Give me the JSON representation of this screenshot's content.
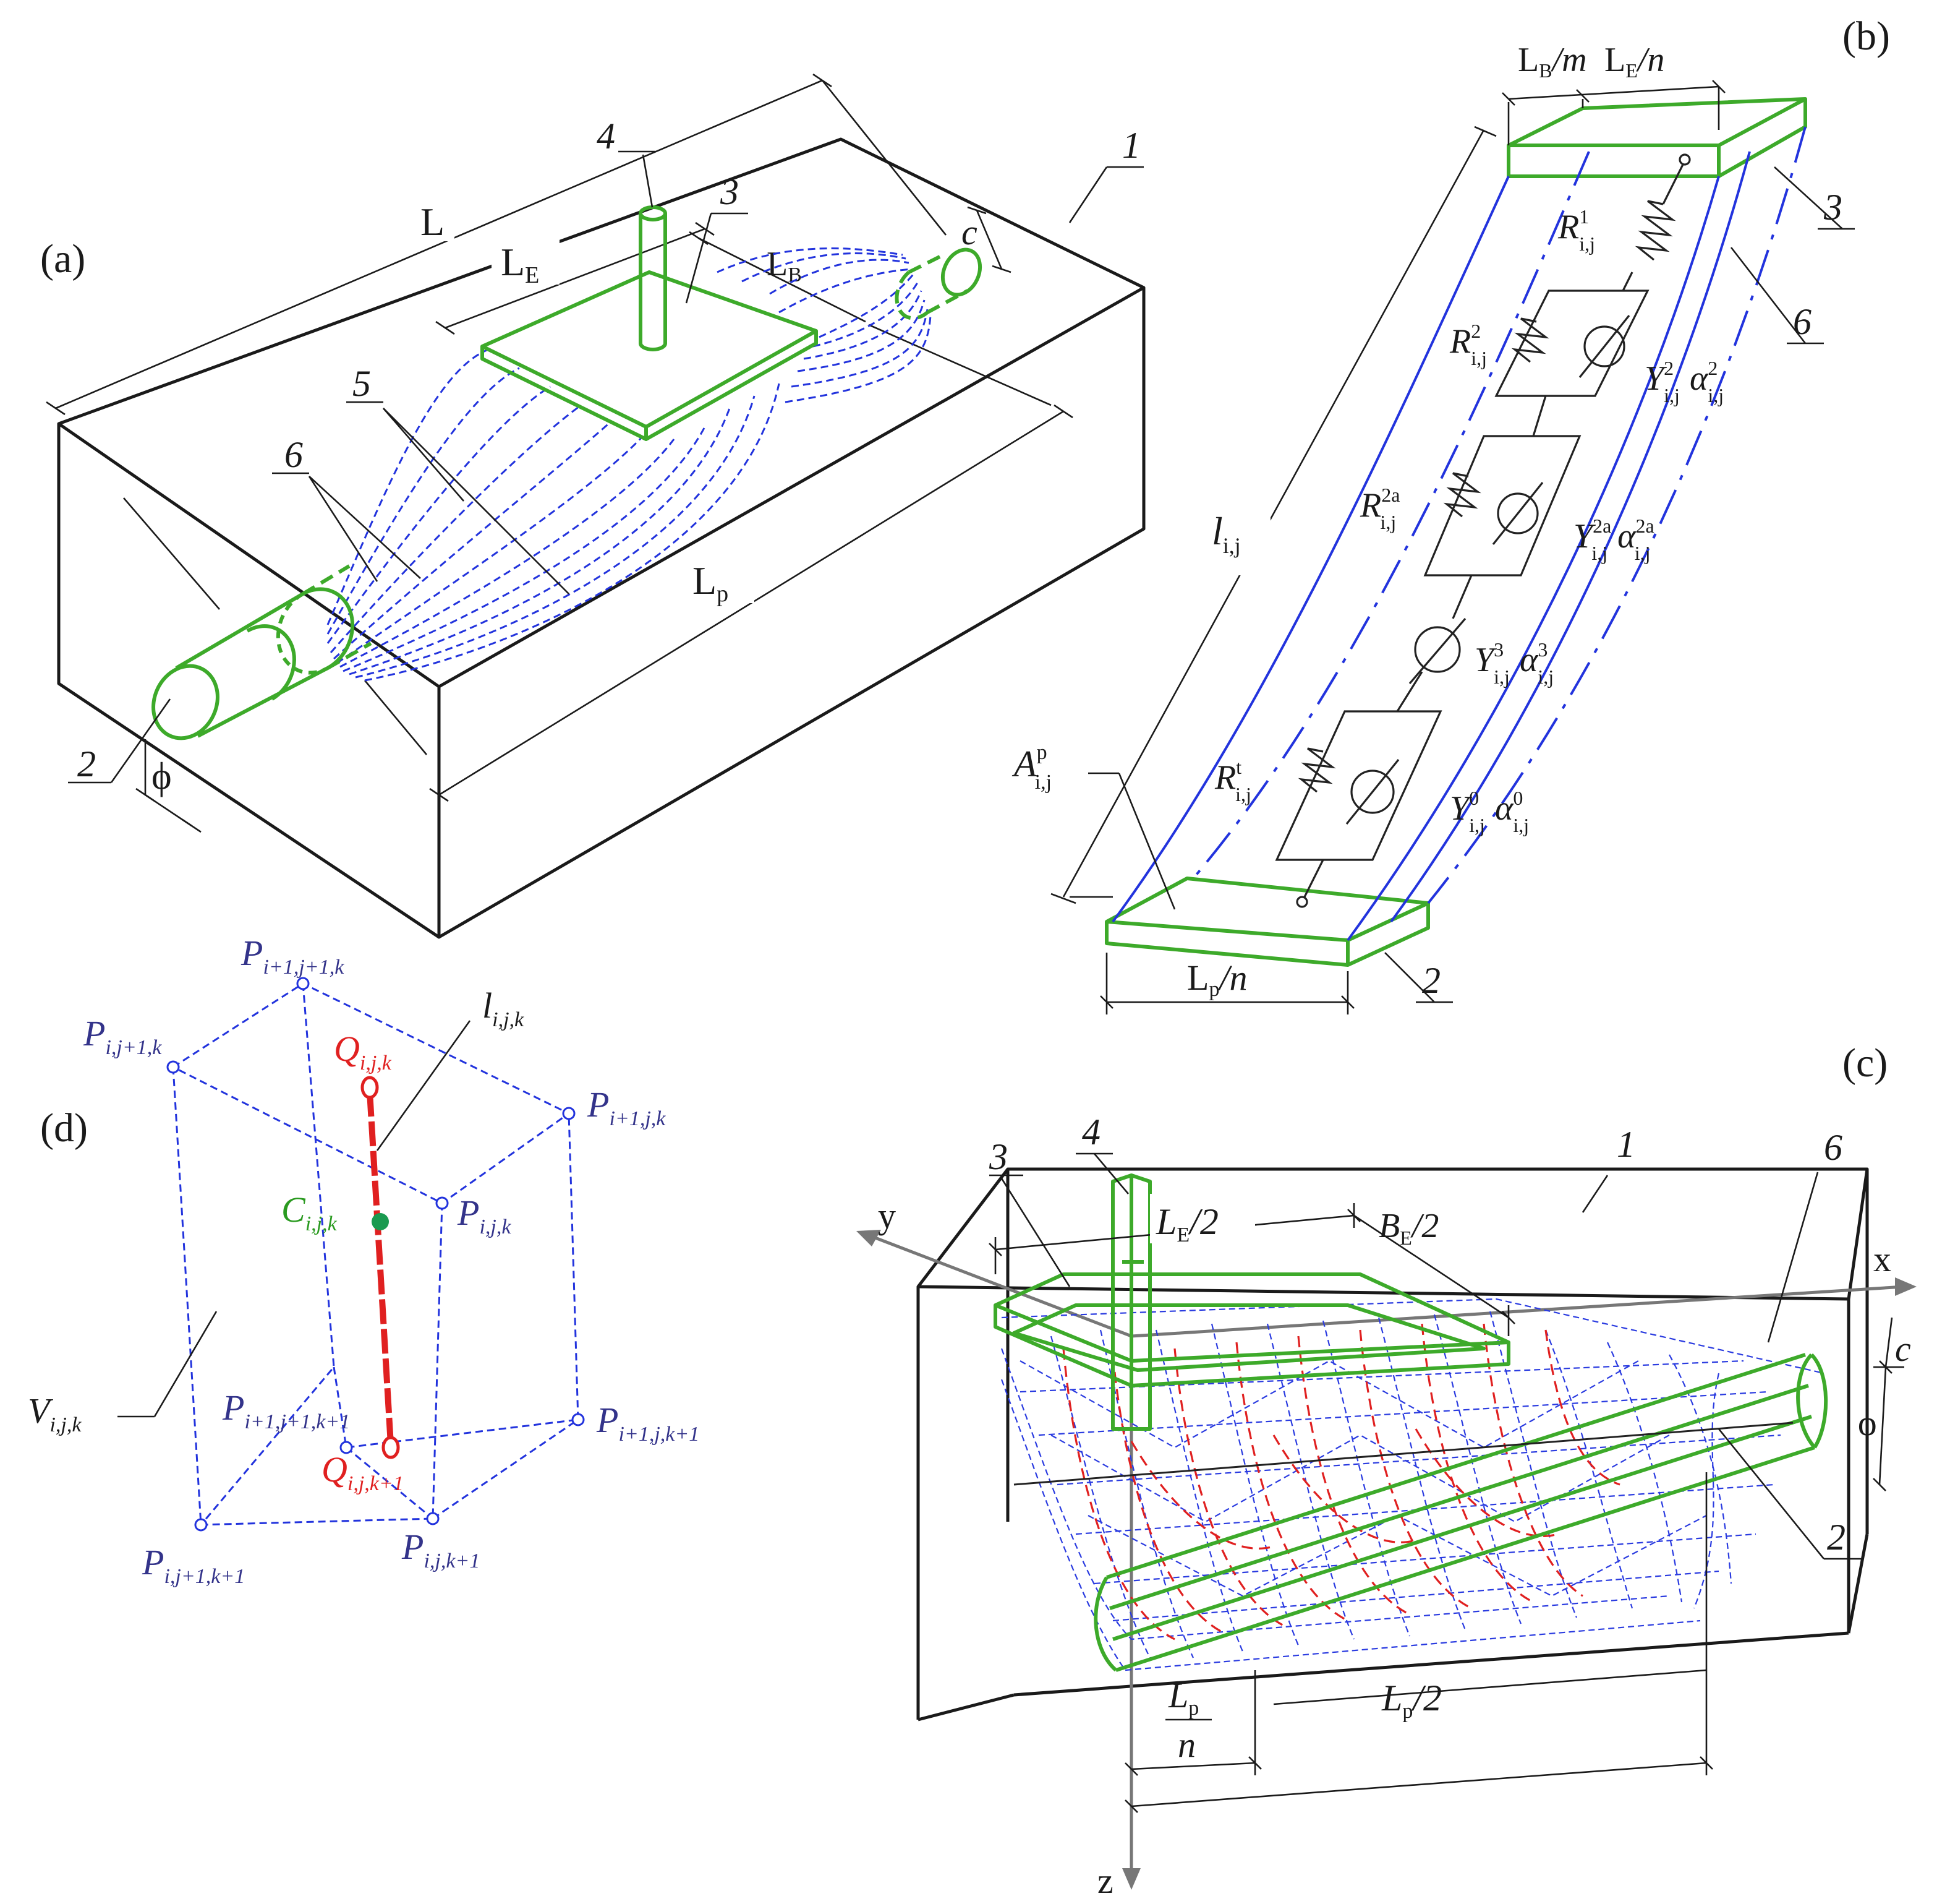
{
  "panel_labels": {
    "a": "(a)",
    "b": "(b)",
    "c": "(c)",
    "d": "(d)"
  },
  "panel_a": {
    "dim_L": "L",
    "dim_LE": "L",
    "dim_LE_sub": "E",
    "dim_LB": "L",
    "dim_LB_sub": "B",
    "dim_Lp": "L",
    "dim_Lp_sub": "p",
    "dim_c": "c",
    "dim_phi": "ϕ",
    "callouts": {
      "n1": "1",
      "n2": "2",
      "n3": "3",
      "n4": "4",
      "n5": "5",
      "n6": "6"
    }
  },
  "panel_b": {
    "top_left_dim": "L",
    "top_left_dim_sub": "B",
    "top_left_dim_den": "/m",
    "top_right_dim": "L",
    "top_right_dim_sub": "E",
    "top_right_dim_den": "/n",
    "bottom_dim": "L",
    "bottom_dim_sub": "p",
    "bottom_dim_den": "/n",
    "length_label": "l",
    "length_sub": "i,j",
    "area_label": "A",
    "area_sup": "p",
    "area_sub": "i,j",
    "R": "R",
    "R1_sup": "1",
    "R2_sup": "2",
    "R2a_sup": "2a",
    "Rt_sup": "t",
    "ij": "i,j",
    "Y": "Y",
    "alpha": "α",
    "Y2_sup": "2",
    "Y2a_sup": "2a",
    "Y3_sup": "3",
    "Y0_sup": "0",
    "callouts": {
      "n2": "2",
      "n3": "3",
      "n6": "6"
    }
  },
  "panel_c": {
    "axis_x": "x",
    "axis_y": "y",
    "axis_z": "z",
    "dim_LE2": "L",
    "dim_LE2_sub": "E",
    "dim_LE2_den": "/2",
    "dim_BE2": "B",
    "dim_BE2_sub": "E",
    "dim_BE2_den": "/2",
    "dim_c": "c",
    "dim_phi": "ϕ",
    "dim_Lpn_num": "L",
    "dim_Lpn_num_sub": "p",
    "dim_Lpn_den": "n",
    "dim_Lp2": "L",
    "dim_Lp2_sub": "p",
    "dim_Lp2_den": "/2",
    "callouts": {
      "n1": "1",
      "n2": "2",
      "n3": "3",
      "n4": "4",
      "n6": "6"
    }
  },
  "panel_d": {
    "P": "P",
    "Q": "Q",
    "C": "C",
    "V": "V",
    "l": "l",
    "sub_i1j1k": "i+1,j+1,k",
    "sub_ij1k": "i,j+1,k",
    "sub_i1jk": "i+1,j,k",
    "sub_ijk": "i,j,k",
    "sub_i1j1k1": "i+1,j+1,k+1",
    "sub_i1jk1": "i+1,j,k+1",
    "sub_ij1k1": "i,j+1,k+1",
    "sub_ijk1": "i,j,k+1"
  },
  "colors": {
    "electrode_green": "#3daa2a",
    "current_blue": "#2233dd",
    "flow_red": "#e02020",
    "label_purple": "#33338a"
  }
}
